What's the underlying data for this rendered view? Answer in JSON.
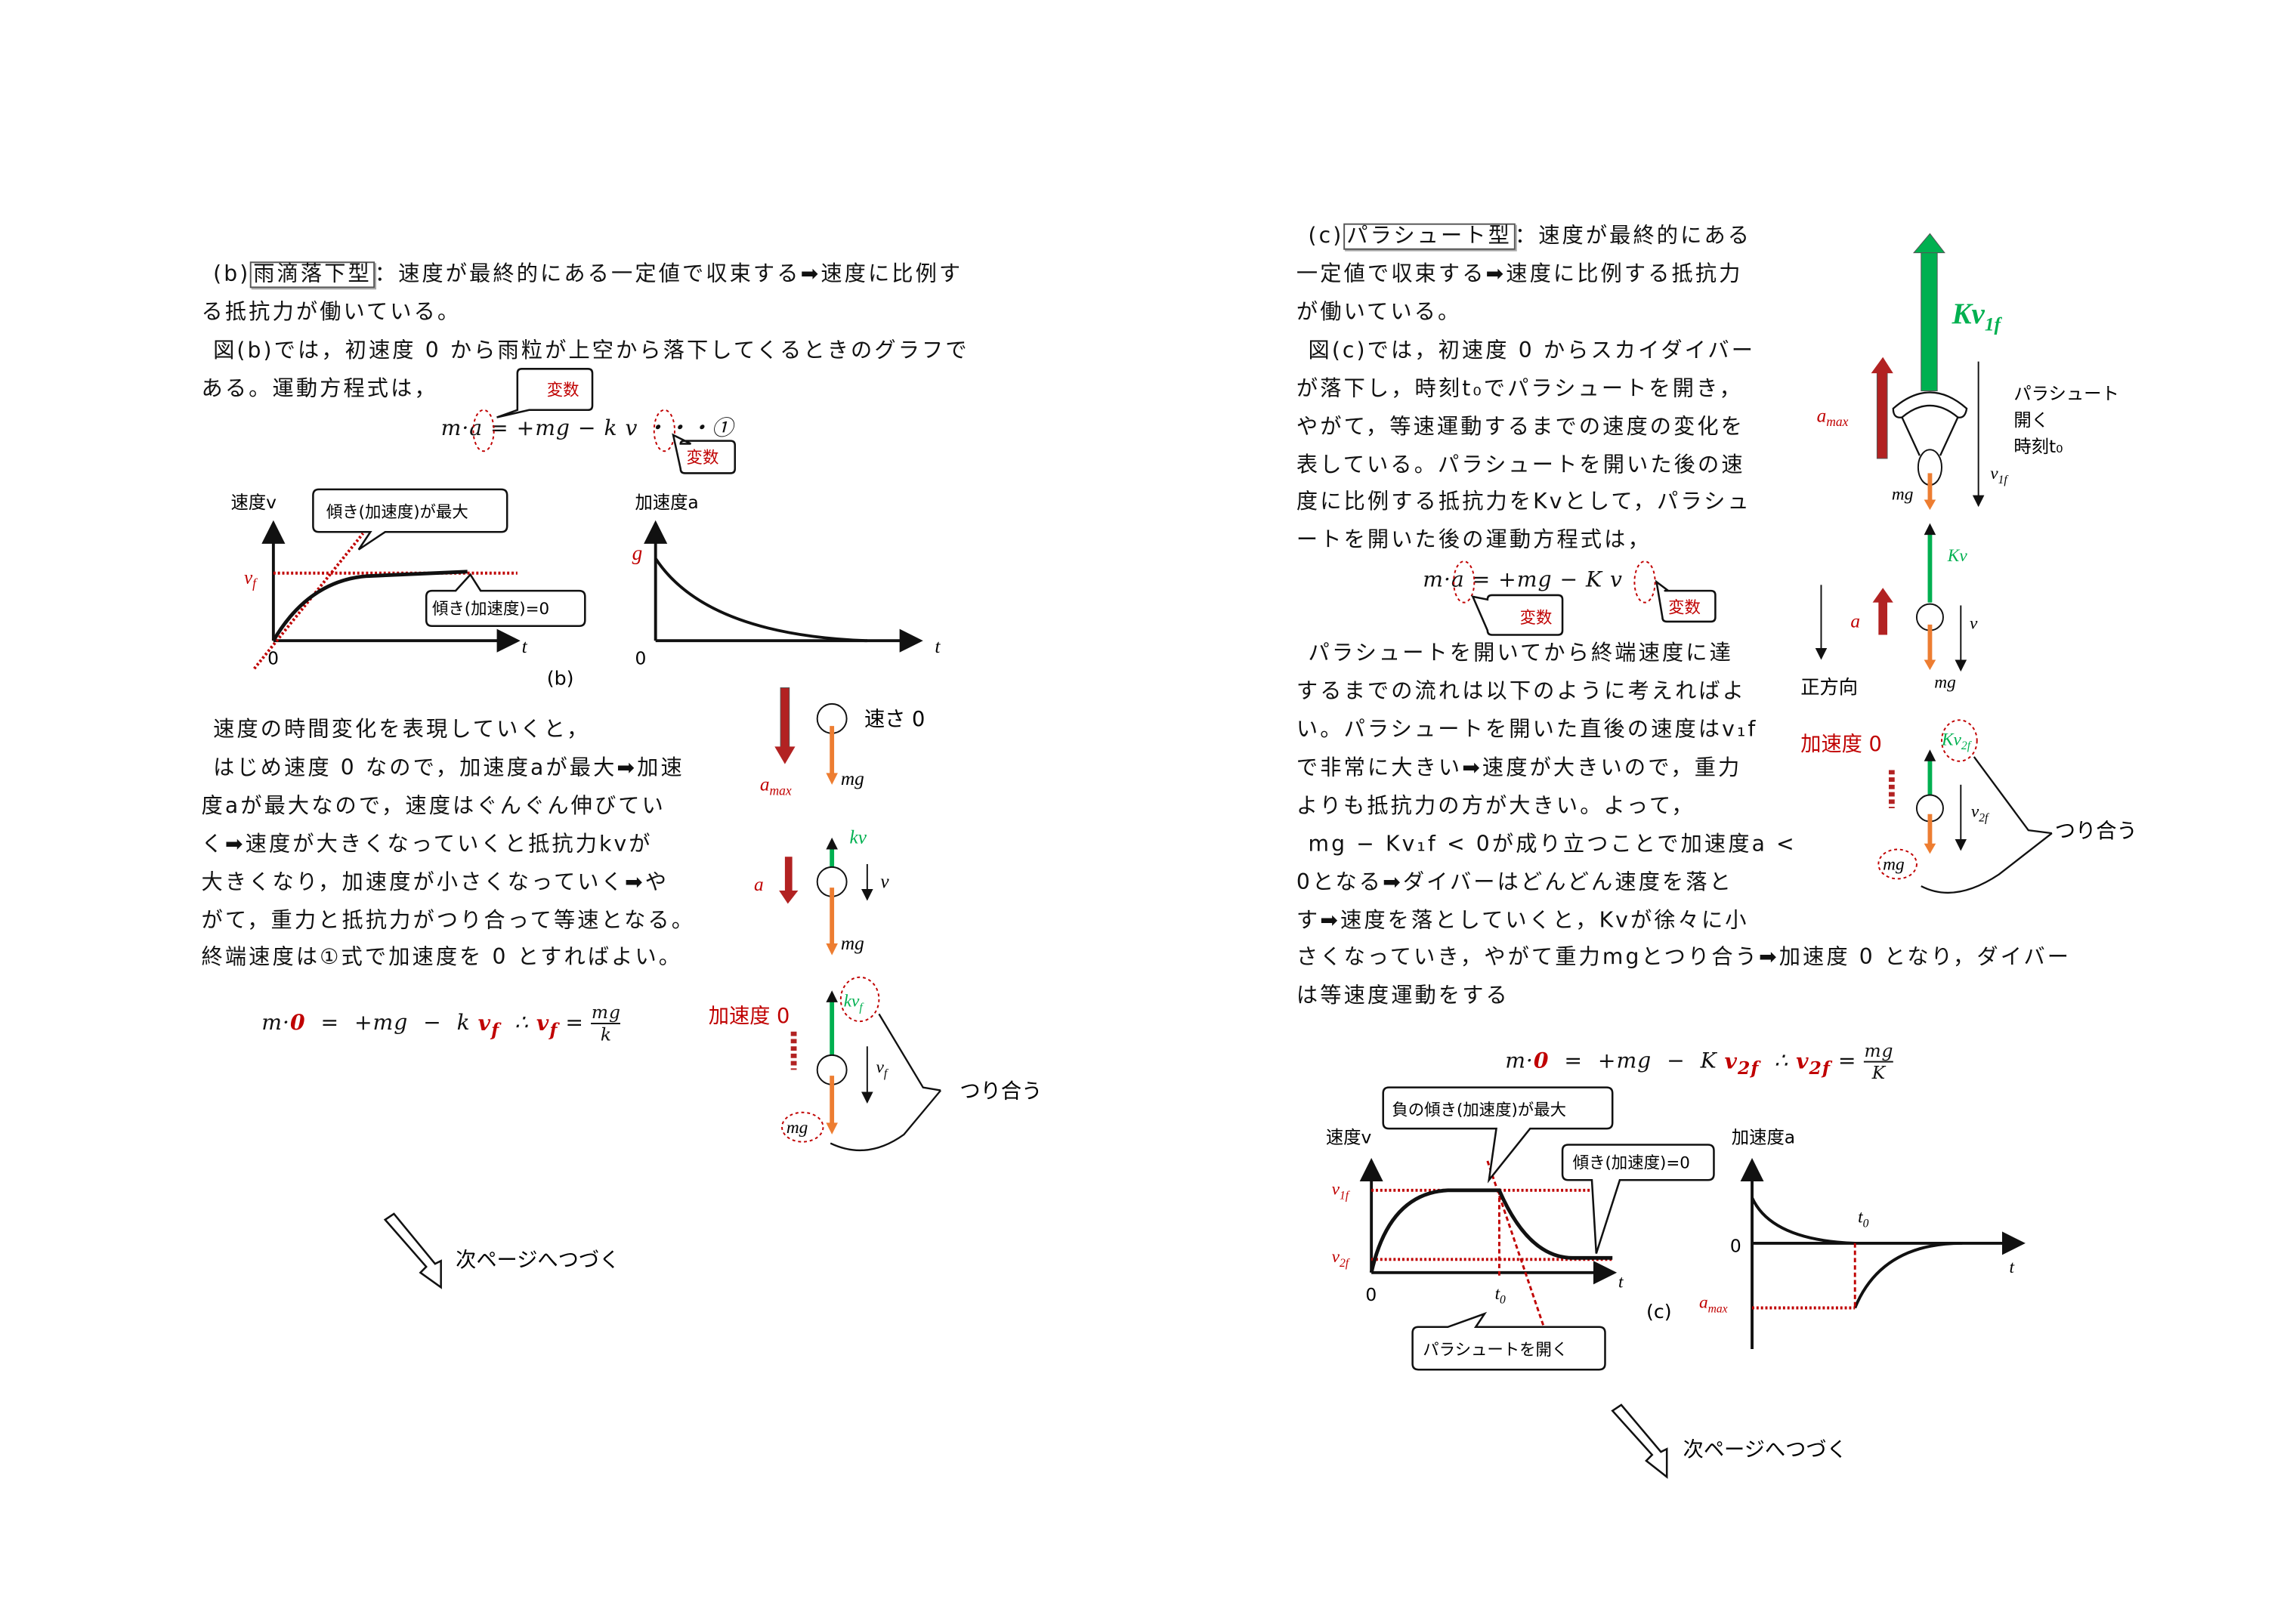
{
  "left": {
    "heading_prefix": "(b)",
    "heading_boxed": "雨滴落下型",
    "para1": [
      "：速度が最終的にある一定値で収束する➡速度に比例す",
      "る抵抗力が働いている。",
      "図(b)では，初速度 0 から雨粒が上空から落下してくるときのグラフで",
      "ある。運動方程式は，"
    ],
    "equation1": "m·a  =  +mg  −  k v ・・・①",
    "variable_label": "変数",
    "graph_v": {
      "ylabel": "速度v",
      "vf": "v",
      "vf_sub": "f",
      "origin": "0",
      "xlabel": "t",
      "callout_max": "傾き(加速度)が最大",
      "callout_zero": "傾き(加速度)=0"
    },
    "graph_a": {
      "ylabel": "加速度a",
      "g": "g",
      "origin": "0",
      "xlabel": "t"
    },
    "figure_label": "(b)",
    "para2": [
      "速度の時間変化を表現していくと，",
      "はじめ速度 0 なので，加速度aが最大➡加速",
      "度aが最大なので，速度はぐんぐん伸びてい",
      "く➡速度が大きくなっていくと抵抗力kvが",
      "大きくなり，加速度が小さくなっていく➡や",
      "がて，重力と抵抗力がつり合って等速となる。",
      "終端速度は①式で加速度を 0 とすればよい。"
    ],
    "equation2": {
      "lhs": "m·",
      "zero": "0",
      "mid": "  =  +mg  −  k ",
      "vf": "v",
      "vf_sub": "f",
      "therefore": "  ∴ ",
      "num": "mg",
      "den": "k"
    },
    "forces": {
      "speed_zero": "速さ 0",
      "amax": "a",
      "amax_sub": "max",
      "mg": "mg",
      "kv": "kv",
      "a": "a",
      "v": "v",
      "accel_zero": "加速度 0",
      "kvf": "kv",
      "kvf_sub": "f",
      "vf": "v",
      "vf_sub": "f",
      "balance": "つり合う"
    },
    "next_page": "次ページへつづく"
  },
  "right": {
    "heading_prefix": "(c)",
    "heading_boxed": "パラシュート型",
    "para1": [
      "：速度が最終的にある",
      "一定値で収束する➡速度に比例する抵抗力",
      "が働いている。",
      "図(c)では，初速度 0 からスカイダイバー",
      "が落下し，時刻t₀でパラシュートを開き，",
      "やがて，等速運動するまでの速度の変化を",
      "表している。パラシュートを開いた後の速",
      "度に比例する抵抗力をKvとして，パラシュ",
      "ートを開いた後の運動方程式は，"
    ],
    "equation1": "m·a  =  +mg  −  K v",
    "variable_label": "変数",
    "para2": [
      "パラシュートを開いてから終端速度に達",
      "するまでの流れは以下のように考えればよ",
      "い。パラシュートを開いた直後の速度はv₁f",
      "で非常に大きい➡速度が大きいので，重力",
      "よりも抵抗力の方が大きい。よって，",
      "mg − Kv₁f < 0が成り立つことで加速度a <",
      "0となる➡ダイバーはどんどん速度を落と",
      "す➡速度を落としていくと，Kvが徐々に小",
      "さくなっていき，やがて重力mgとつり合う➡加速度 0 となり，ダイバー",
      "は等速度運動をする"
    ],
    "equation2": {
      "lhs": "m·",
      "zero": "0",
      "mid": "  =  +mg  −  K ",
      "v2f": "v",
      "v2f_sub": "2f",
      "therefore": "  ∴ ",
      "num": "mg",
      "den": "K"
    },
    "forces": {
      "Kv1f": "Kv",
      "Kv1f_sub": "1f",
      "amax": "a",
      "amax_sub": "max",
      "open_text": [
        "パラシュート",
        "開く",
        "時刻t₀"
      ],
      "v1f": "v",
      "v1f_sub": "1f",
      "mg": "mg",
      "Kv": "Kv",
      "a": "a",
      "v": "v",
      "positive_direction": "正方向",
      "accel_zero": "加速度 0",
      "Kv2f": "Kv",
      "Kv2f_sub": "2f",
      "v2f": "v",
      "v2f_sub": "2f",
      "balance": "つり合う"
    },
    "graph_v": {
      "ylabel": "速度v",
      "v1f": "v",
      "v1f_sub": "1f",
      "v2f": "v",
      "v2f_sub": "2f",
      "origin": "0",
      "t0": "t",
      "t0_sub": "0",
      "xlabel": "t",
      "callout_negmax": "負の傾き(加速度)が最大",
      "callout_zero": "傾き(加速度)=0",
      "callout_open": "パラシュートを開く"
    },
    "graph_a": {
      "ylabel": "加速度a",
      "origin": "0",
      "t0": "t",
      "t0_sub": "0",
      "xlabel": "t",
      "amax": "a",
      "amax_sub": "max"
    },
    "figure_label": "(c)",
    "next_page": "次ページへつづく"
  },
  "colors": {
    "red": "#c00000",
    "green": "#00b050",
    "orange": "#ed7d31",
    "dark_red": "#b22222"
  }
}
